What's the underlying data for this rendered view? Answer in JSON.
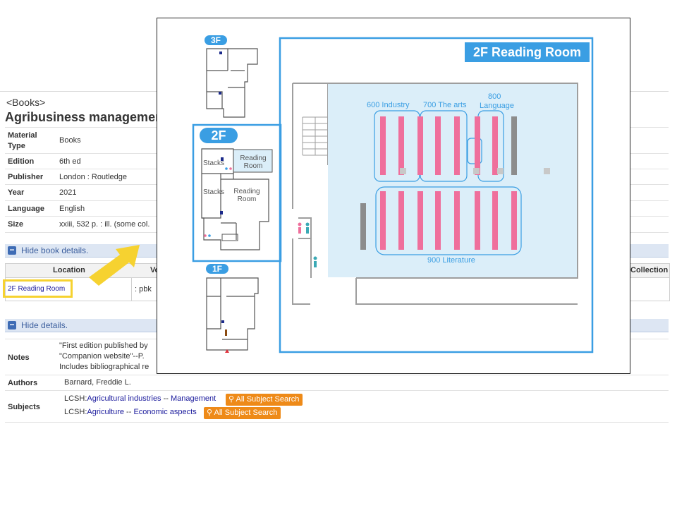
{
  "record": {
    "type": "<Books>",
    "title": "Agribusiness management",
    "details": [
      {
        "label": "Material Type",
        "value": "Books"
      },
      {
        "label": "Edition",
        "value": "6th ed"
      },
      {
        "label": "Publisher",
        "value": "London : Routledge"
      },
      {
        "label": "Year",
        "value": "2021"
      },
      {
        "label": "Language",
        "value": "English"
      },
      {
        "label": "Size",
        "value": "xxiii, 532 p. : ill. (some col."
      }
    ],
    "hide_book_details": "Hide book details.",
    "location_table": {
      "headers": {
        "location": "Location",
        "volume": "Vo",
        "collection": "Collection"
      },
      "row": {
        "location": "2F Reading Room",
        "volume": ": pbk"
      }
    },
    "hide_details": "Hide details.",
    "notes_label": "Notes",
    "notes": [
      "\"First edition published by",
      "\"Companion website\"--P.",
      "Includes bibliographical re"
    ],
    "authors_label": "Authors",
    "author": "Barnard, Freddie L.",
    "subjects_label": "Subjects",
    "subjects": [
      {
        "prefix": "LCSH:",
        "term": "Agricultural industries",
        "sep": "--",
        "sub": "Management",
        "button": "All Subject Search"
      },
      {
        "prefix": "LCSH:",
        "term": "Agriculture",
        "sep": "--",
        "sub": "Economic aspects",
        "button": "All Subject Search"
      }
    ]
  },
  "map": {
    "floors": {
      "f3": "3F",
      "f2": "2F",
      "f1": "1F"
    },
    "room_title": "2F  Reading Room",
    "mini_labels": {
      "stacks_a": "Stacks",
      "reading_a": "Reading Room",
      "stacks_b": "Stacks",
      "reading_b": "Reading Room"
    },
    "sections": {
      "s600": "600  Industry",
      "s700": "700  The arts",
      "s800a": "800",
      "s800b": "Language",
      "s900": "900  Literature"
    },
    "colors": {
      "accent": "#3a9ee3",
      "shelf": "#ef6f9c",
      "room": "#dbeef9",
      "highlight": "#f6d230"
    }
  }
}
